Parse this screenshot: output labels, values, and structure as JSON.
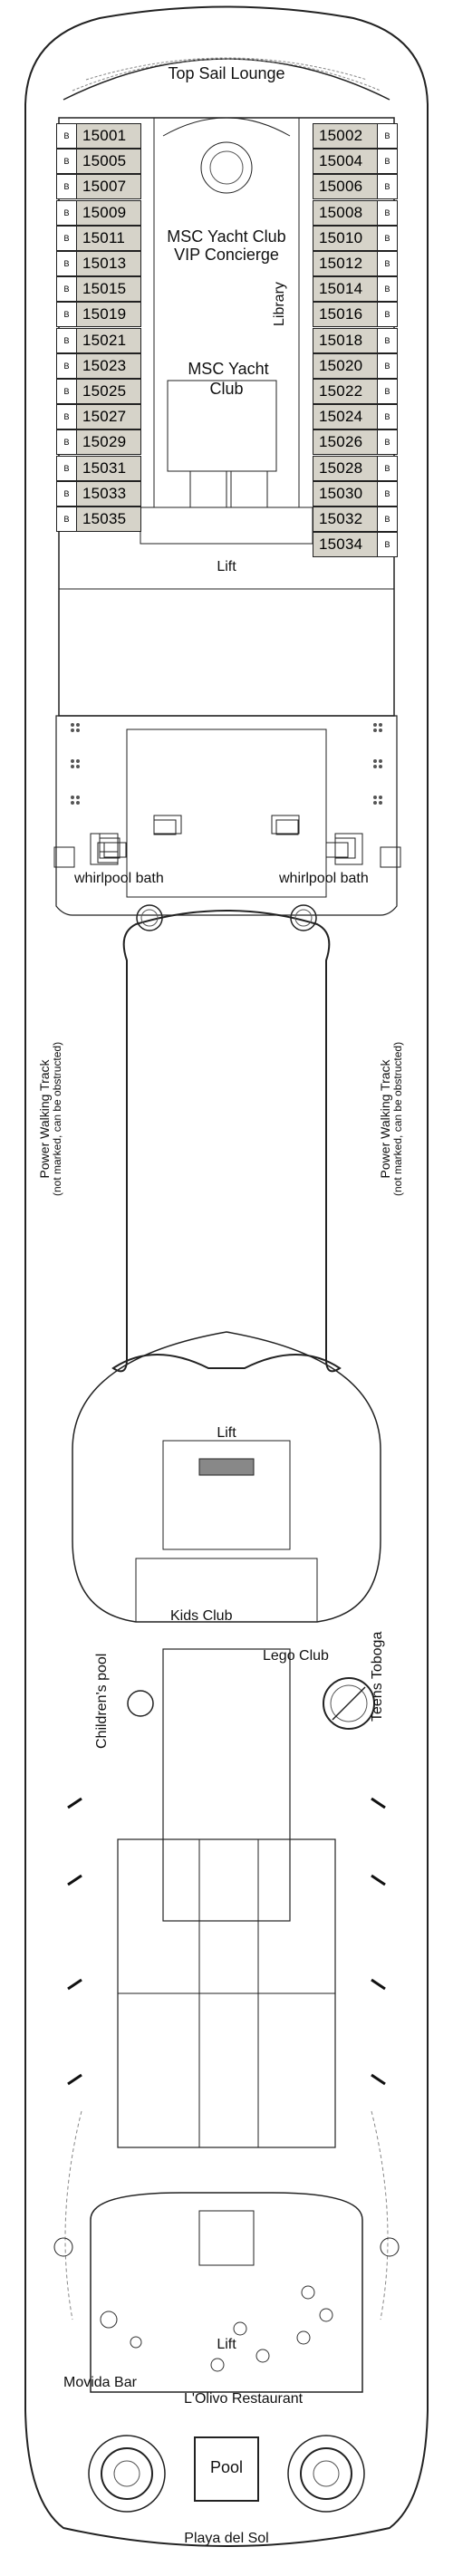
{
  "labels": {
    "top_sail_lounge": "Top Sail Lounge",
    "msc_yacht_club_vip": "MSC Yacht Club",
    "vip_concierge": "VIP Concierge",
    "msc_yacht": "MSC Yacht",
    "club": "Club",
    "library": "Library",
    "lift_top": "Lift",
    "whirlpool_left": "whirlpool bath",
    "whirlpool_right": "whirlpool bath",
    "track_line1": "Power Walking Track",
    "track_line2": "(not marked, can be obstructed)",
    "lift_mid": "Lift",
    "kids_club": "Kids Club",
    "lego_club": "Lego Club",
    "childrens_pool": "Children's pool",
    "teens_toboga": "Teens Toboga",
    "lift_aft": "Lift",
    "movida_bar": "Movida Bar",
    "lolivo": "L'Olivo Restaurant",
    "pool": "Pool",
    "playa_del_sol": "Playa del Sol"
  },
  "cabins_left": [
    {
      "tag": "B",
      "num": "15001"
    },
    {
      "tag": "B",
      "num": "15005"
    },
    {
      "tag": "B",
      "num": "15007"
    },
    {
      "tag": "B",
      "num": "15009"
    },
    {
      "tag": "B",
      "num": "15011"
    },
    {
      "tag": "B",
      "num": "15013"
    },
    {
      "tag": "B",
      "num": "15015"
    },
    {
      "tag": "B",
      "num": "15019"
    },
    {
      "tag": "B",
      "num": "15021"
    },
    {
      "tag": "B",
      "num": "15023"
    },
    {
      "tag": "B",
      "num": "15025"
    },
    {
      "tag": "B",
      "num": "15027"
    },
    {
      "tag": "B",
      "num": "15029"
    },
    {
      "tag": "B",
      "num": "15031"
    },
    {
      "tag": "B",
      "num": "15033"
    },
    {
      "tag": "B",
      "num": "15035"
    }
  ],
  "cabins_right": [
    {
      "tag": "B",
      "num": "15002"
    },
    {
      "tag": "B",
      "num": "15004"
    },
    {
      "tag": "B",
      "num": "15006"
    },
    {
      "tag": "B",
      "num": "15008"
    },
    {
      "tag": "B",
      "num": "15010"
    },
    {
      "tag": "B",
      "num": "15012"
    },
    {
      "tag": "B",
      "num": "15014"
    },
    {
      "tag": "B",
      "num": "15016"
    },
    {
      "tag": "B",
      "num": "15018"
    },
    {
      "tag": "B",
      "num": "15020"
    },
    {
      "tag": "B",
      "num": "15022"
    },
    {
      "tag": "B",
      "num": "15024"
    },
    {
      "tag": "B",
      "num": "15026"
    },
    {
      "tag": "B",
      "num": "15028"
    },
    {
      "tag": "B",
      "num": "15030"
    },
    {
      "tag": "B",
      "num": "15032"
    },
    {
      "tag": "B",
      "num": "15034"
    }
  ],
  "colors": {
    "cabin_fill": "#d6d3c9",
    "line": "#222222",
    "background": "#ffffff"
  }
}
